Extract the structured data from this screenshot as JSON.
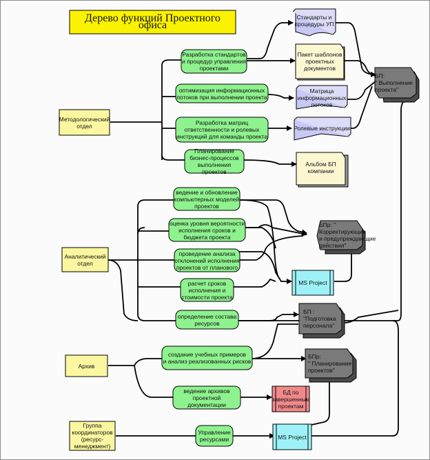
{
  "title": "Дерево функций Проектного офиса",
  "departments": {
    "methodology": "Методологический\nотдел",
    "analytics": "Аналитический\nотдел",
    "archive": "Архив",
    "coordinators": "Группа\nкоординаторов\n(ресурс-\nменеджмент)"
  },
  "functions": {
    "f1": "Разработка стандартов\nи процедур управления\nпроектами",
    "f2": "оптимизация информационных\nпотоков при выполнении проекта",
    "f3": "Разработка матриц\nответственности и ролевых\nинструкций для команды проекта",
    "f4": "Планирование\nбизнес-процессов\nвыполнения проектов",
    "f5": "ведение и обновление\nкомпьютерных моделей\nпроектов",
    "f6": "оценка уровня вероятности\nисполнения сроков и\nбюджета проекта",
    "f7": "проведение анализа\nотклонений исполнения\nпроектов от планового",
    "f8": "расчет сроков\nисполнения и\nстоимости проекта",
    "f9": "определение состава\nресурсов",
    "f10": "создание учебных примеров\nи анализ реализованных рисков",
    "f11": "ведение архивов\nпроектной документации",
    "f12": "Управление\nресурсами"
  },
  "outputs": {
    "o1": "Стандарты и\nпроцедуры УП",
    "o2": "Пакет шаблонов\nпроектных\nдокументов",
    "o3": "Матрица\nинформационных\nпотоков",
    "o4": "Ролевые инструкции",
    "o5": "Альбом БП\nкомпании",
    "o6": "MS Project",
    "o7": "БД по\nзавершенным\nпроектам",
    "o8": "MS Project"
  },
  "processes": {
    "p1": "БП:\n\" Выполнение\nпроекта\"",
    "p2": "БПр: \" Корректирующие\nи предупреждающие\nдействия\"",
    "p3": "БП :\n\"Подготовка\nперсонала\"",
    "p4": "БПр:\n\" Планирование\nпроектов\""
  },
  "colors": {
    "function_fill": "#8ef28e",
    "department_fill": "#fbf7a0",
    "title_fill": "#fbf200",
    "document_fill": "#fbf7d2",
    "lilac_fill": "#c8c8f5",
    "process_fill": "#7a7a7a",
    "system_fill": "#9ef2f7",
    "database_fill": "#f08a8a"
  }
}
